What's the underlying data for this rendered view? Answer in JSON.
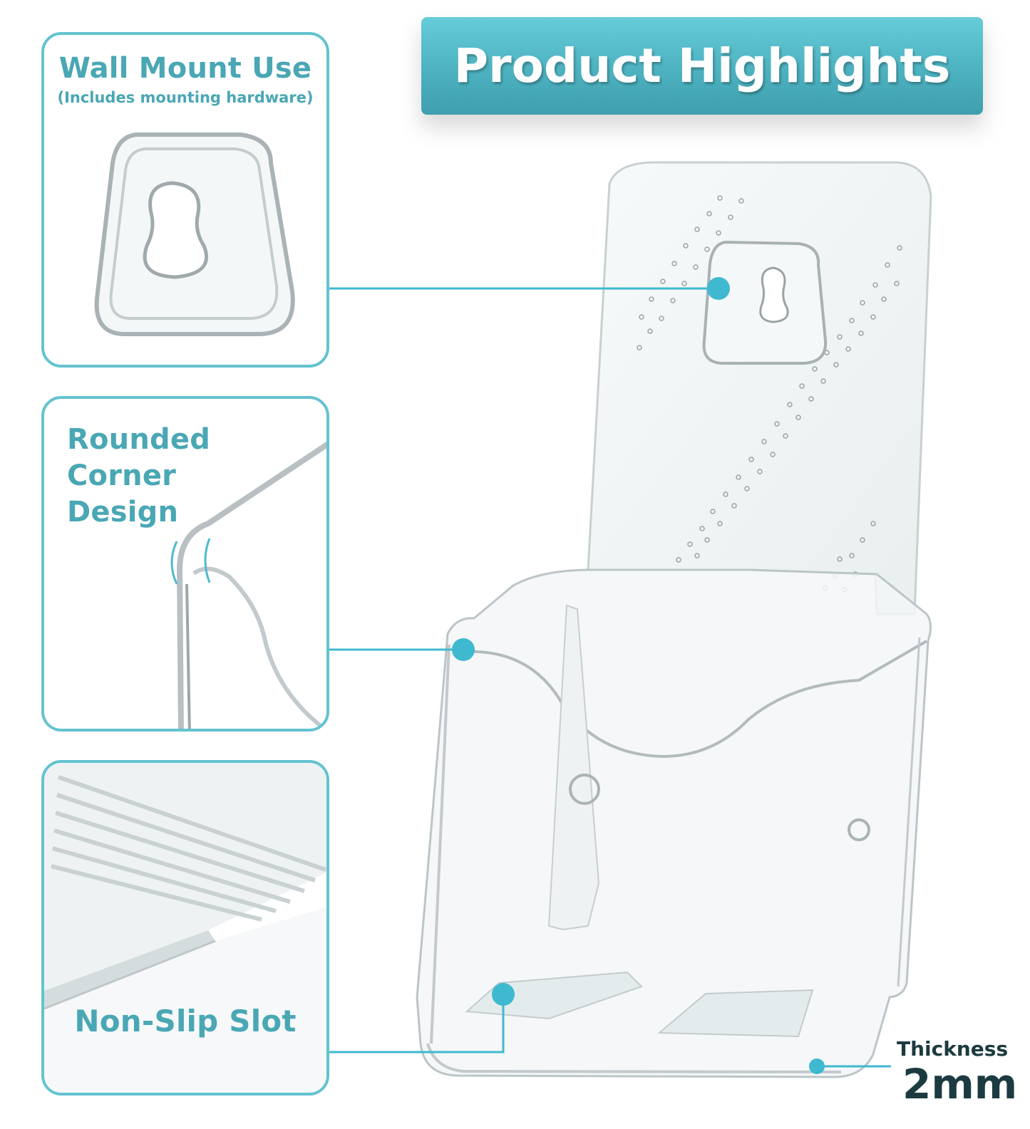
{
  "banner": {
    "title": "Product Highlights"
  },
  "features": [
    {
      "title": "Wall Mount Use",
      "subtitle": "(Includes mounting hardware)"
    },
    {
      "title": "Rounded Corner Design"
    },
    {
      "title": "Non-Slip Slot"
    }
  ],
  "thickness": {
    "label": "Thickness",
    "value": "2mm"
  },
  "colors": {
    "accent": "#63c3cf",
    "accent_text": "#4aa7b4",
    "dot": "#3fb9cf",
    "dark_text": "#1c3b40"
  }
}
